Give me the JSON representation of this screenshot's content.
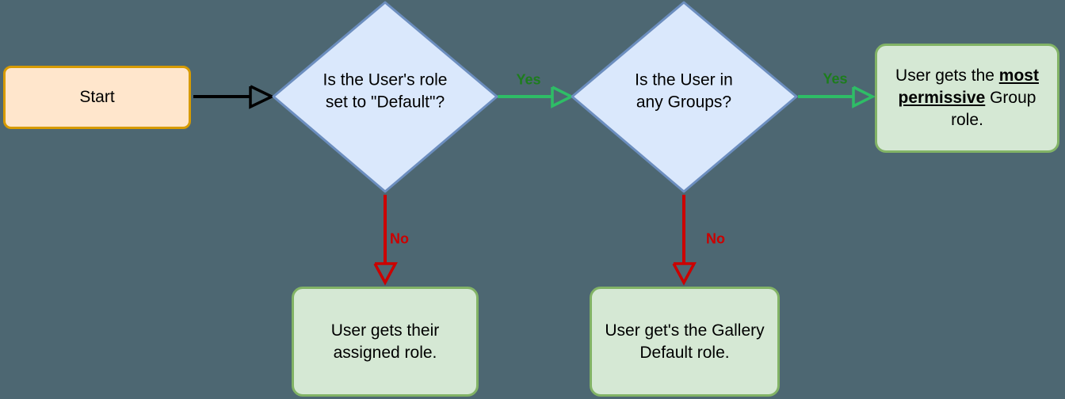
{
  "diagram": {
    "type": "flowchart",
    "palette": {
      "background": "#4D6772",
      "start_fill": "#FFE6CC",
      "start_border": "#D79B00",
      "decision_fill": "#DAE8FC",
      "decision_border": "#6C8EBF",
      "outcome_fill": "#D5E8D4",
      "outcome_border": "#82B366",
      "yes_arrow": "#2EBD66",
      "yes_label": "#1D7D1D",
      "no_arrow": "#CC0000",
      "no_label": "#CC0000",
      "start_arrow": "#000000",
      "text": "#000000"
    },
    "nodes": {
      "start": {
        "label": "Start"
      },
      "decision_role_default": {
        "label": "Is the User's role set to \"Default\"?"
      },
      "decision_in_groups": {
        "label": "Is the User in any Groups?"
      },
      "outcome_group_role": {
        "prefix": "User gets the ",
        "emphasis": "most permissive",
        "suffix": " Group role."
      },
      "outcome_assigned_role": {
        "label": "User gets their assigned role."
      },
      "outcome_gallery_default": {
        "label": "User get's the Gallery Default role."
      }
    },
    "edges": {
      "decision1_yes": {
        "label": "Yes"
      },
      "decision1_no": {
        "label": "No"
      },
      "decision2_yes": {
        "label": "Yes"
      },
      "decision2_no": {
        "label": "No"
      }
    }
  }
}
